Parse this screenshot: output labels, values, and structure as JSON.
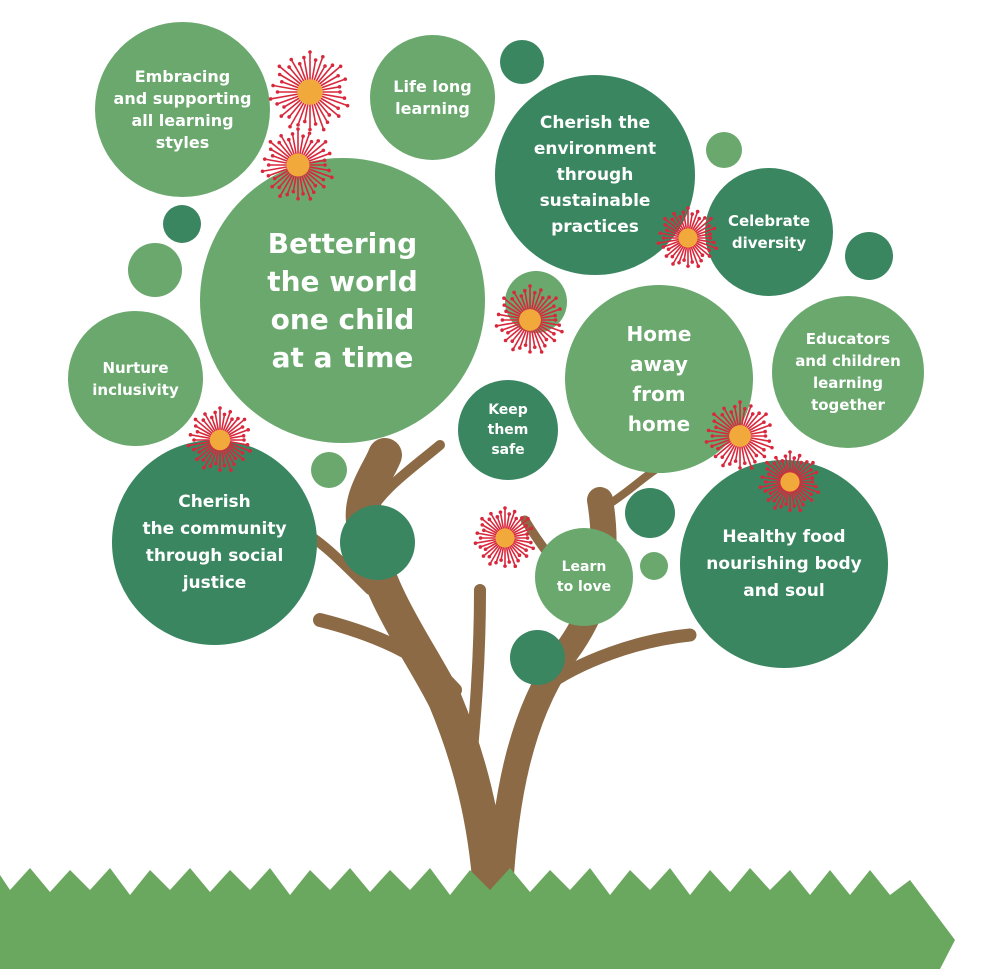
{
  "colors": {
    "light_green": "#6aa86e",
    "dark_green": "#3a8661",
    "trunk": "#8b6a45",
    "grass": "#6ba85f",
    "flower": "#d8283c",
    "flower_center": "#f2a93b"
  },
  "values": {
    "bettering": "Bettering\nthe world\none child\nat a time",
    "embracing": "Embracing\nand supporting\nall learning\nstyles",
    "lifelong": "Life long\nlearning",
    "cherish_env": "Cherish the\nenvironment\nthrough\nsustainable\npractices",
    "celebrate": "Celebrate\ndiversity",
    "home": "Home\naway\nfrom\nhome",
    "educators": "Educators\nand children\nlearning\ntogether",
    "nurture": "Nurture\ninclusivity",
    "keep_safe": "Keep\nthem\nsafe",
    "community": "Cherish\nthe community\nthrough social\njustice",
    "learn_love": "Learn\nto love",
    "healthy": "Healthy food\nnourishing body\nand soul"
  },
  "icons": {
    "flower": "bottlebrush-flower-icon",
    "grass": "grass",
    "trunk": "tree-trunk"
  }
}
